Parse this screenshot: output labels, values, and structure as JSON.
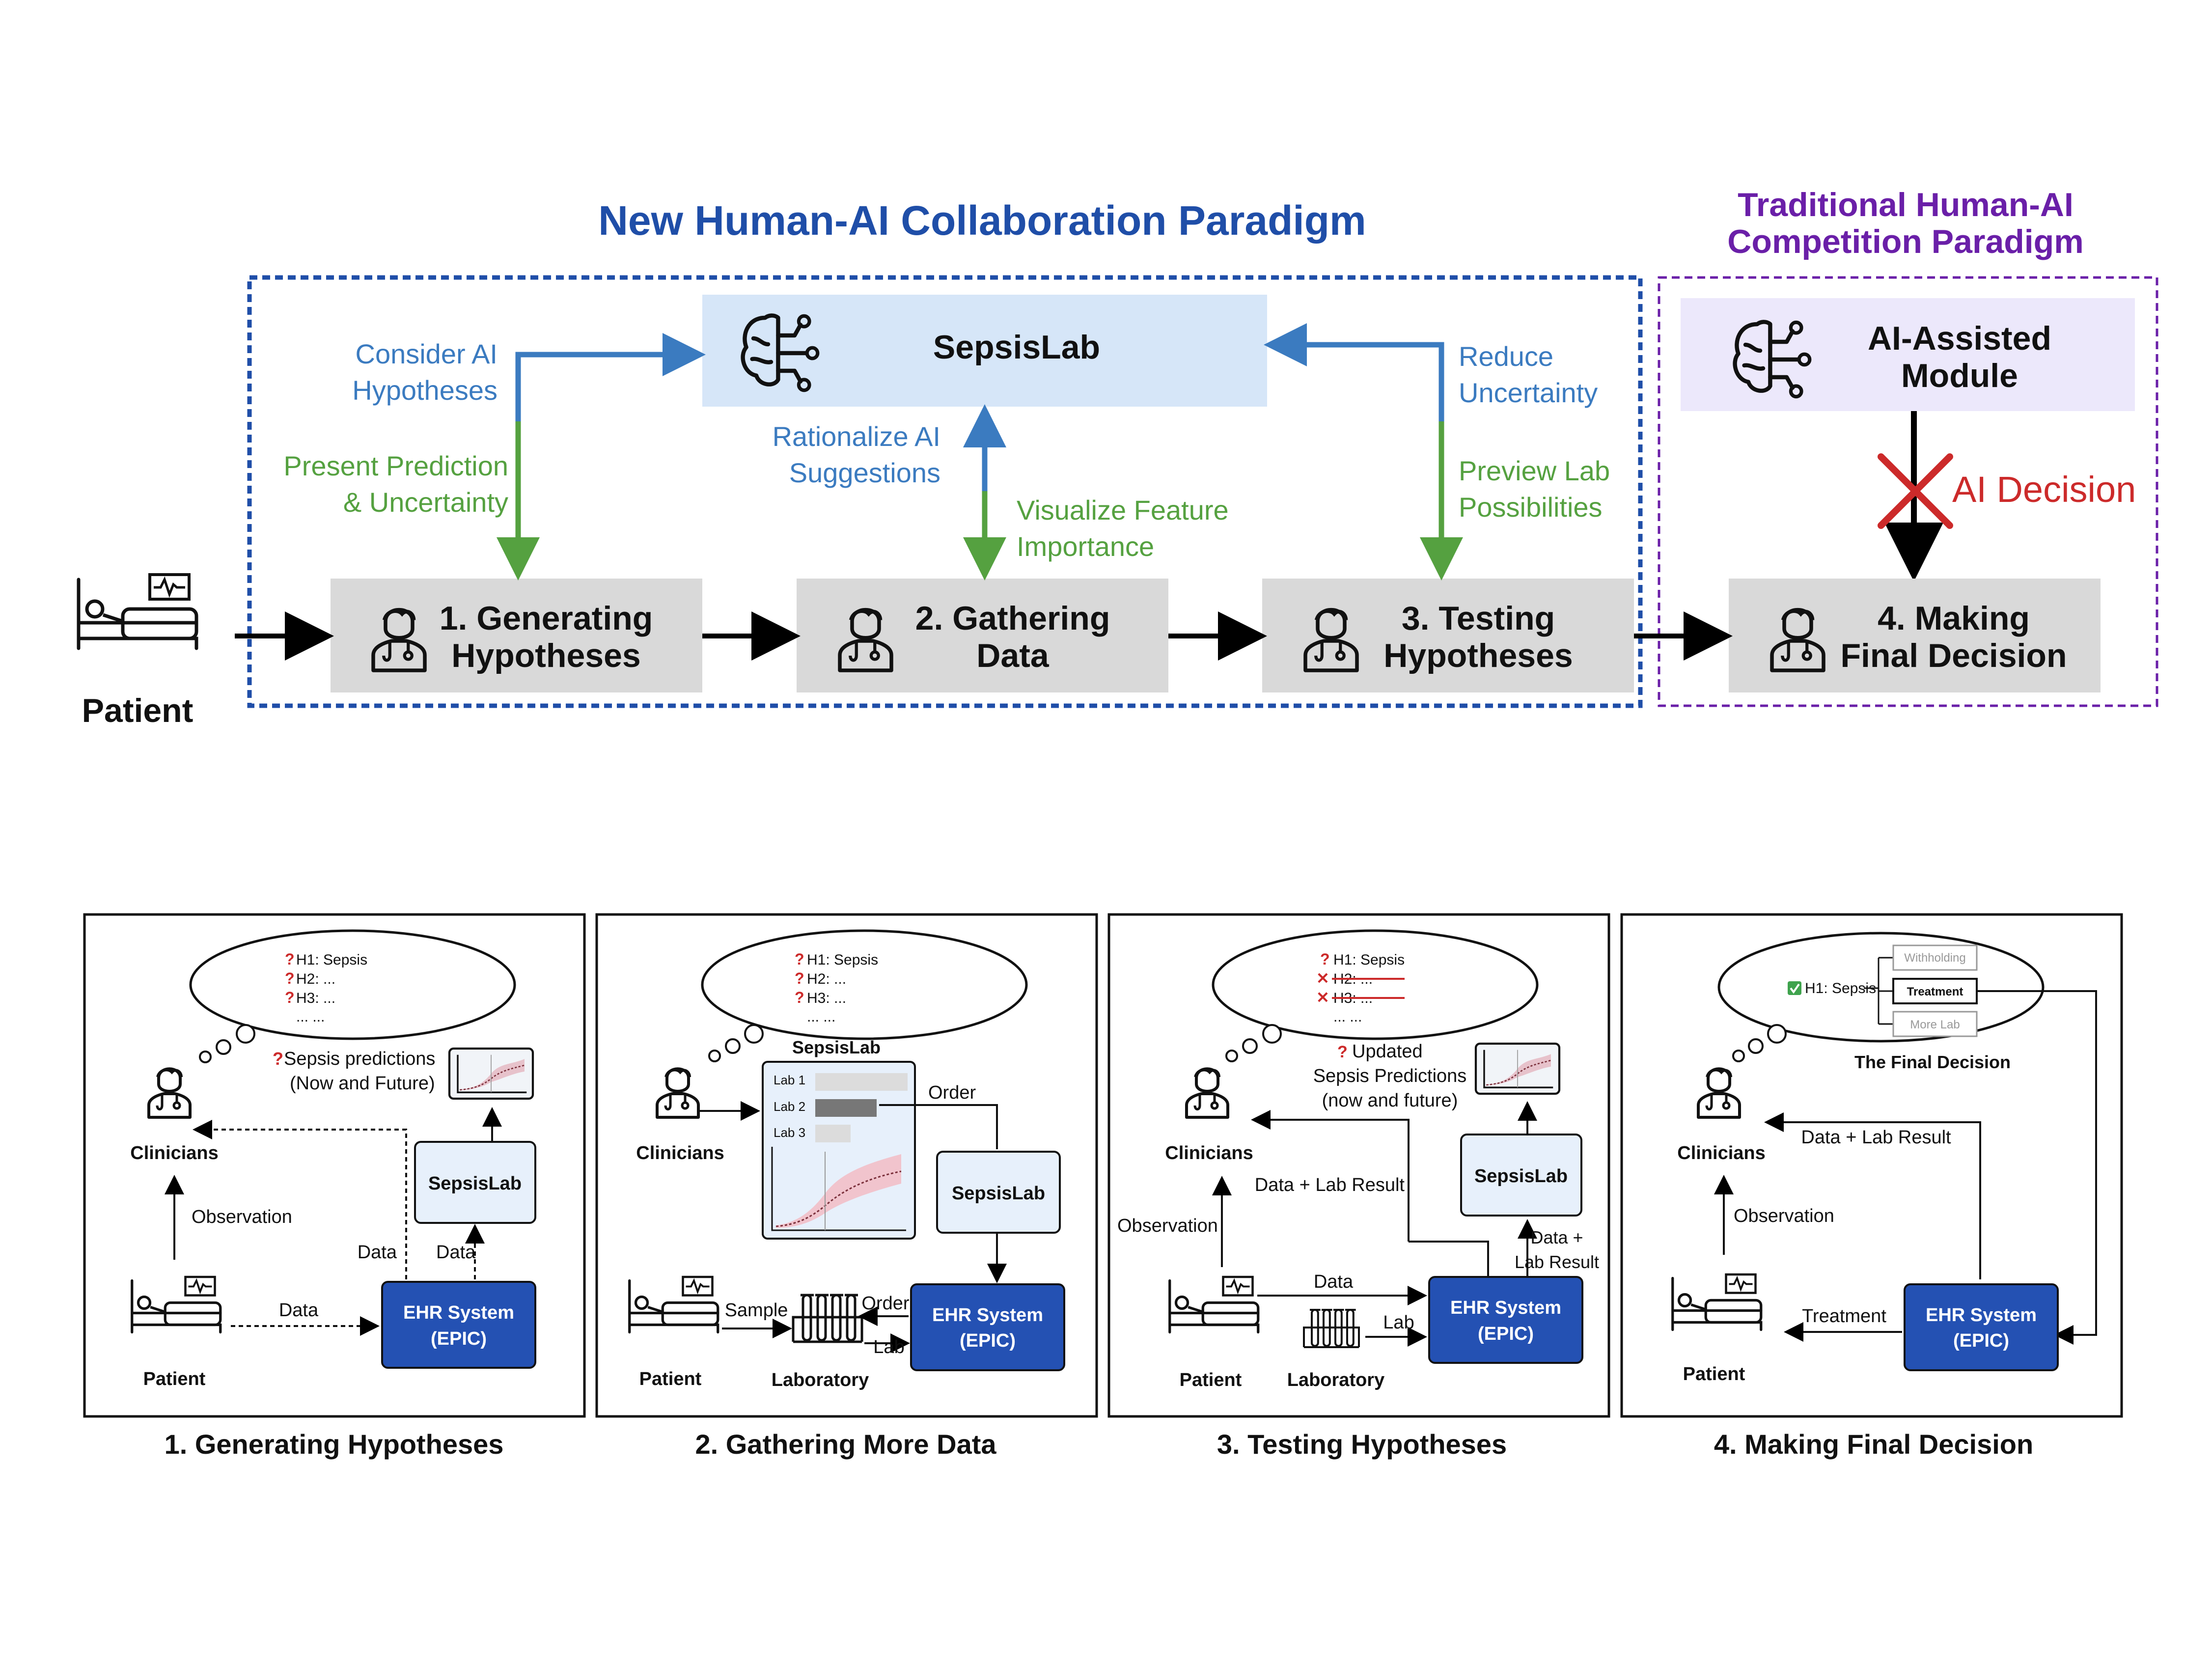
{
  "colors": {
    "blue_title": "#1f4ea8",
    "purple_title": "#6a1fa8",
    "blue_arrow": "#3b7bc0",
    "green_arrow": "#55a140",
    "sepsislab_fill": "#d6e6f8",
    "ai_module_fill": "#ece8fb",
    "step_fill": "#d9d9d9",
    "ehr_fill": "#2451b3",
    "red": "#cc2a2a"
  },
  "top": {
    "new_title": "New Human-AI Collaboration Paradigm",
    "trad_title_line1": "Traditional Human-AI",
    "trad_title_line2": "Competition Paradigm",
    "sepsislab": "SepsisLab",
    "ai_module_line1": "AI-Assisted",
    "ai_module_line2": "Module",
    "ai_decision": "AI Decision",
    "patient": "Patient",
    "steps": [
      {
        "line1": "1. Generating",
        "line2": "Hypotheses"
      },
      {
        "line1": "2. Gathering",
        "line2": "Data"
      },
      {
        "line1": "3. Testing",
        "line2": "Hypotheses"
      },
      {
        "line1": "4. Making",
        "line2": "Final Decision"
      }
    ],
    "labels": {
      "consider_1": "Consider AI",
      "consider_2": "Hypotheses",
      "present_1": "Present Prediction",
      "present_2": "& Uncertainty",
      "rationalize_1": "Rationalize AI",
      "rationalize_2": "Suggestions",
      "visualize_1": "Visualize Feature",
      "visualize_2": "Importance",
      "reduce_1": "Reduce",
      "reduce_2": "Uncertainty",
      "preview_1": "Preview Lab",
      "preview_2": "Possibilities"
    }
  },
  "panels": {
    "p1": {
      "caption": "1. Generating Hypotheses",
      "h1": "H1: Sepsis",
      "h2": "H2: ...",
      "h3": "H3: ...",
      "dots": "... ...",
      "pred_1": "Sepsis predictions",
      "pred_2": "(Now and Future)",
      "clinicians": "Clinicians",
      "sepsislab": "SepsisLab",
      "observation": "Observation",
      "data_a": "Data",
      "data_b": "Data",
      "data_c": "Data",
      "patient": "Patient",
      "ehr_1": "EHR System",
      "ehr_2": "(EPIC)"
    },
    "p2": {
      "caption": "2. Gathering More Data",
      "h1": "H1: Sepsis",
      "h2": "H2: ...",
      "h3": "H3: ...",
      "dots": "... ...",
      "sepsislab_title": "SepsisLab",
      "lab1": "Lab 1",
      "lab2": "Lab 2",
      "lab3": "Lab 3",
      "clinicians": "Clinicians",
      "order_a": "Order",
      "sepsislab": "SepsisLab",
      "sample": "Sample",
      "order_b": "Order",
      "lab": "Lab",
      "patient": "Patient",
      "laboratory": "Laboratory",
      "ehr_1": "EHR System",
      "ehr_2": "(EPIC)"
    },
    "p3": {
      "caption": "3. Testing Hypotheses",
      "h1": "H1: Sepsis",
      "h2": "H2: ...",
      "h3": "H3: ...",
      "dots": "... ...",
      "upd_1": "Updated",
      "upd_2": "Sepsis Predictions",
      "upd_3": "(now and future)",
      "clinicians": "Clinicians",
      "data_lab": "Data + Lab Result",
      "sepsislab": "SepsisLab",
      "observation": "Observation",
      "data_plus_1": "Data +",
      "data_plus_2": "Lab Result",
      "data": "Data",
      "lab": "Lab",
      "patient": "Patient",
      "laboratory": "Laboratory",
      "ehr_1": "EHR System",
      "ehr_2": "(EPIC)"
    },
    "p4": {
      "caption": "4. Making Final Decision",
      "h1": "H1: Sepsis",
      "withholding": "Withholding",
      "treatment_opt": "Treatment",
      "more_lab": "More Lab",
      "final": "The Final Decision",
      "clinicians": "Clinicians",
      "data_lab": "Data + Lab Result",
      "observation": "Observation",
      "treatment": "Treatment",
      "patient": "Patient",
      "ehr_1": "EHR System",
      "ehr_2": "(EPIC)"
    }
  }
}
